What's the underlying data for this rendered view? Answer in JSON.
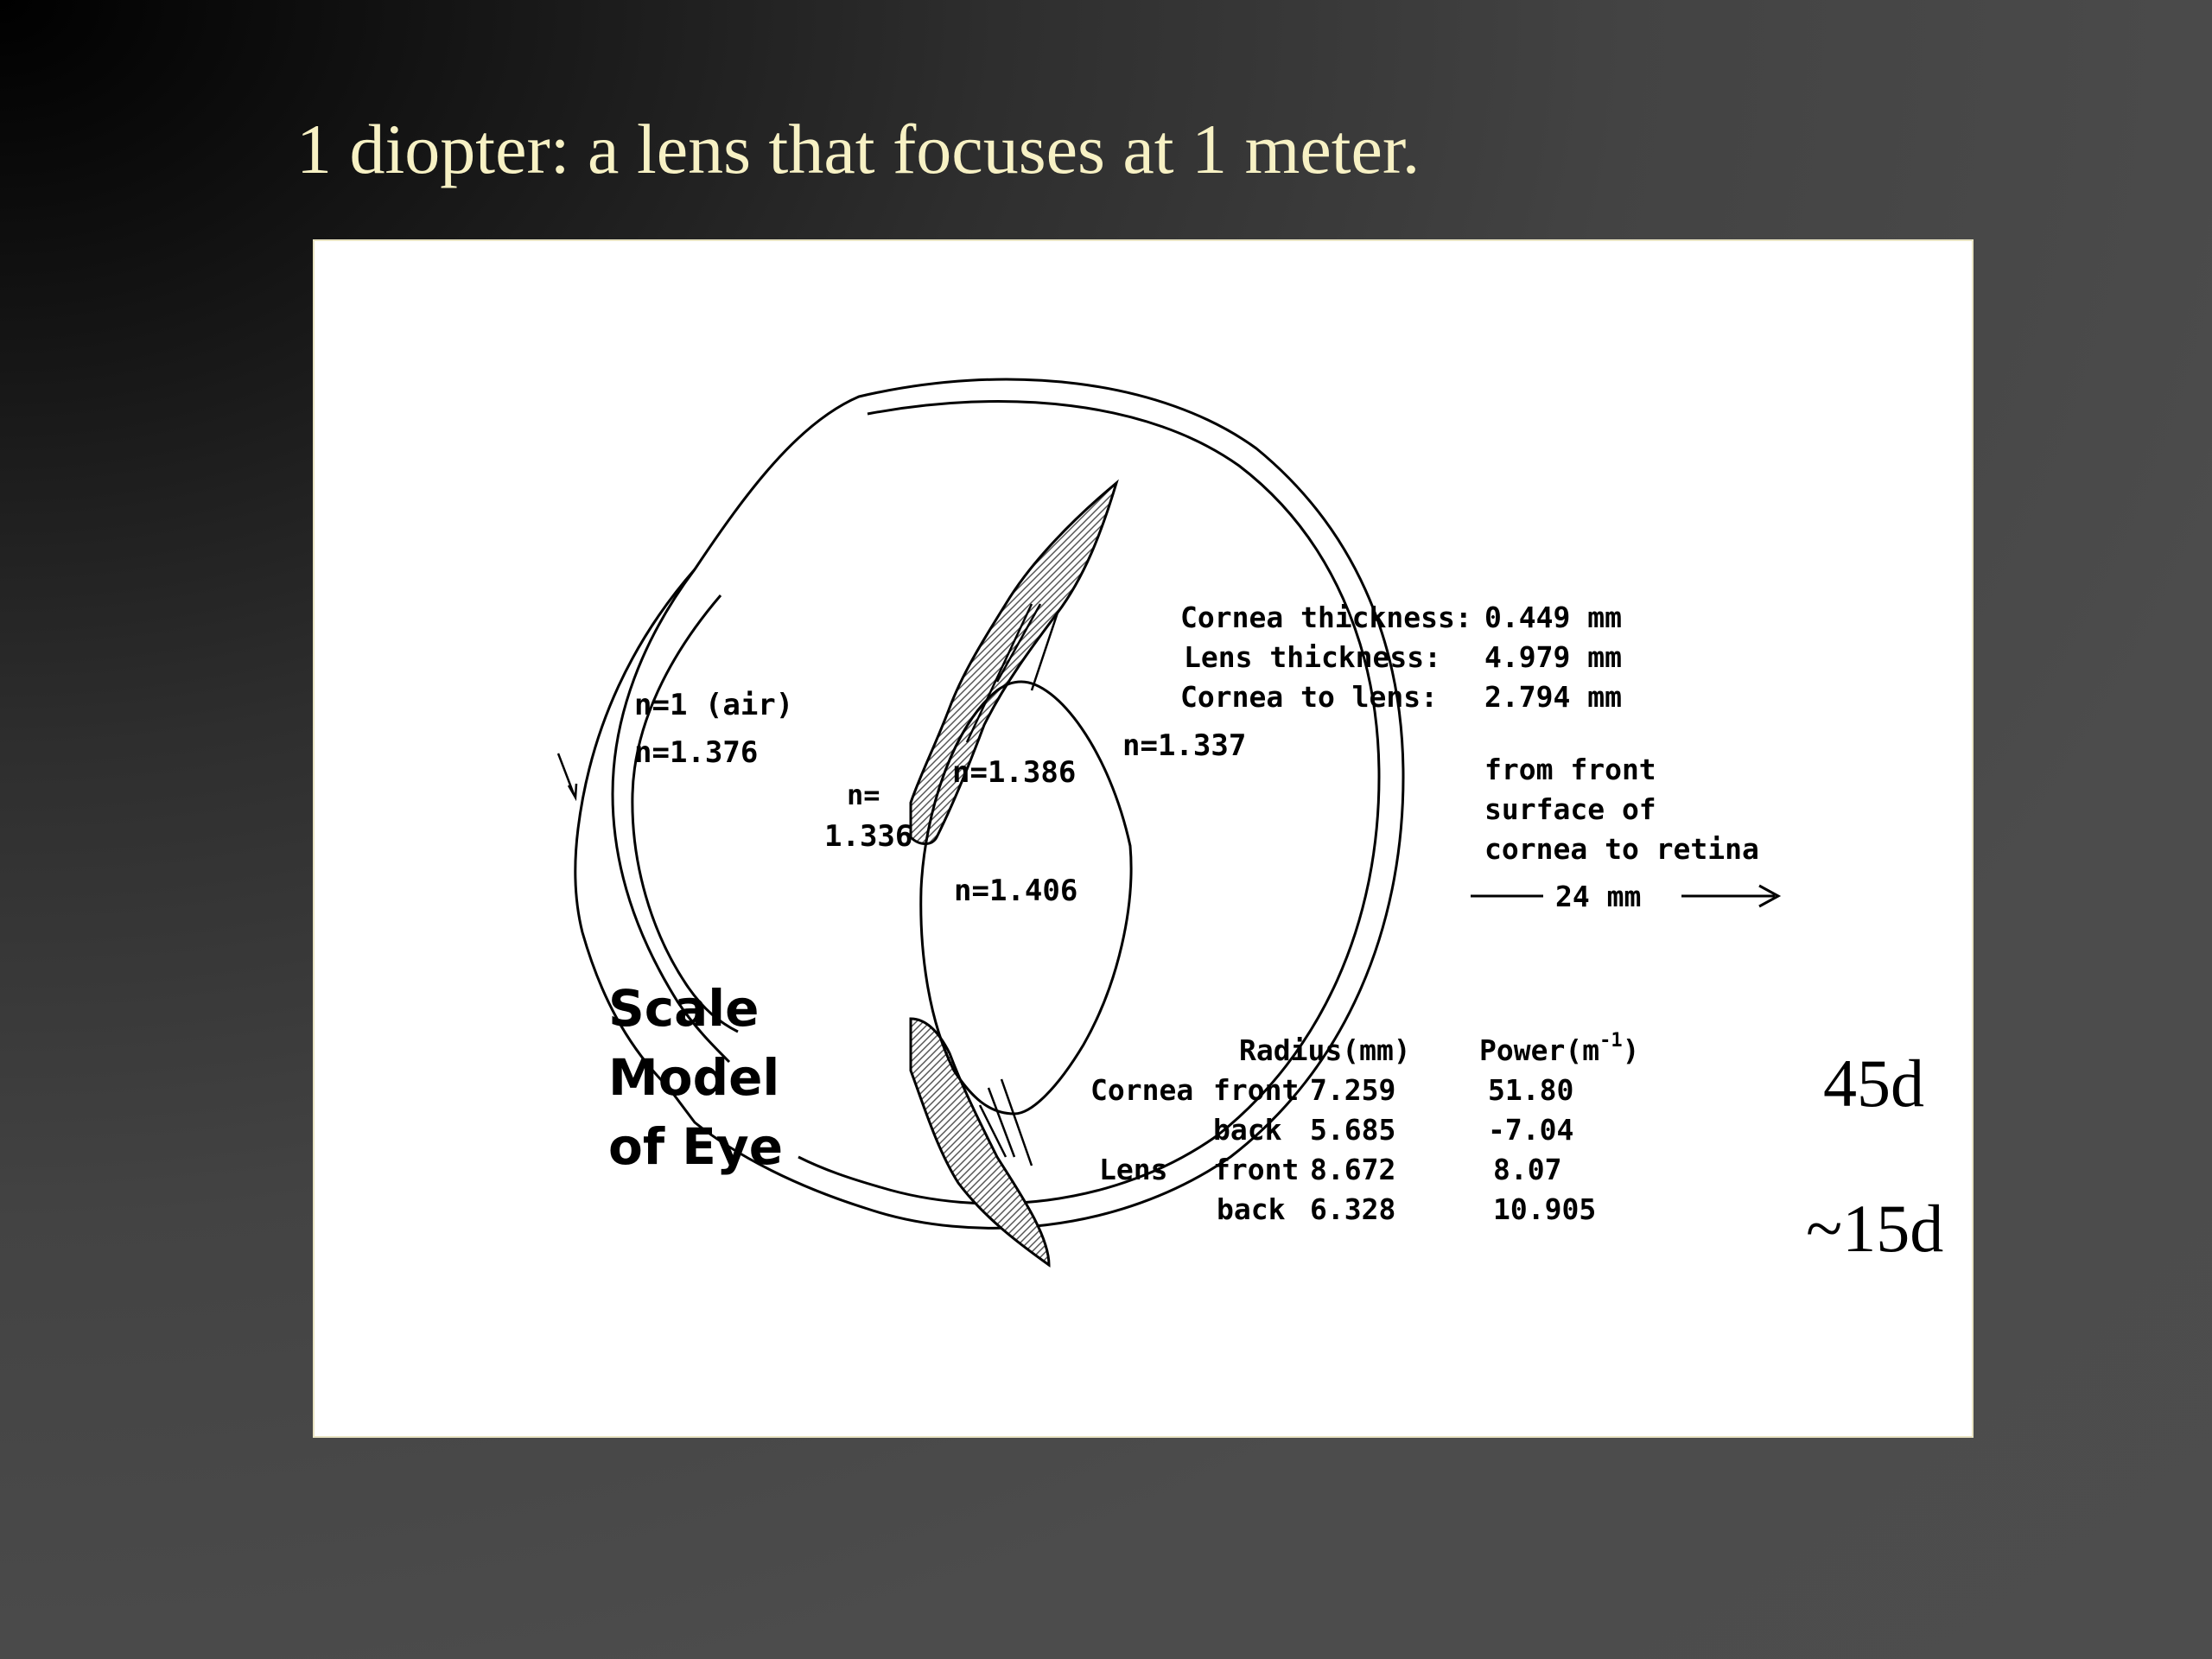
{
  "slide": {
    "title": "1 diopter: a lens that focuses at 1 meter."
  },
  "figure": {
    "heading_lines": [
      "Scale",
      "Model",
      "of Eye"
    ],
    "indices": {
      "air": "n=1 (air)",
      "cornea": "n=1.376",
      "aqueous_top": "n=",
      "aqueous_bottom": "1.336",
      "lens_outer": "n=1.386",
      "lens_core": "n=1.406",
      "vitreous": "n=1.337"
    },
    "measurements": {
      "cornea_thickness_label": "Cornea thickness:",
      "cornea_thickness_value": "0.449 mm",
      "lens_thickness_label": "Lens thickness:",
      "lens_thickness_value": "4.979 mm",
      "cornea_to_lens_label": "Cornea to lens:",
      "cornea_to_lens_value": "2.794 mm"
    },
    "axial_length": {
      "line1": "from front",
      "line2": "surface of",
      "line3": "cornea to retina",
      "value": "24 mm"
    },
    "table": {
      "col_radius": "Radius(mm)",
      "col_power": "Power(m",
      "col_power_exp": "-1",
      "col_power_close": ")",
      "rows": [
        {
          "group": "Cornea",
          "surface": "front",
          "radius": "7.259",
          "power": "51.80"
        },
        {
          "group": "",
          "surface": "back",
          "radius": "5.685",
          "power": "-7.04"
        },
        {
          "group": "Lens",
          "surface": "front",
          "radius": "8.672",
          "power": "8.07"
        },
        {
          "group": "",
          "surface": "back",
          "radius": "6.328",
          "power": "10.905"
        }
      ]
    }
  },
  "annotations": {
    "cornea_power": "45d",
    "lens_power": "~15d"
  }
}
